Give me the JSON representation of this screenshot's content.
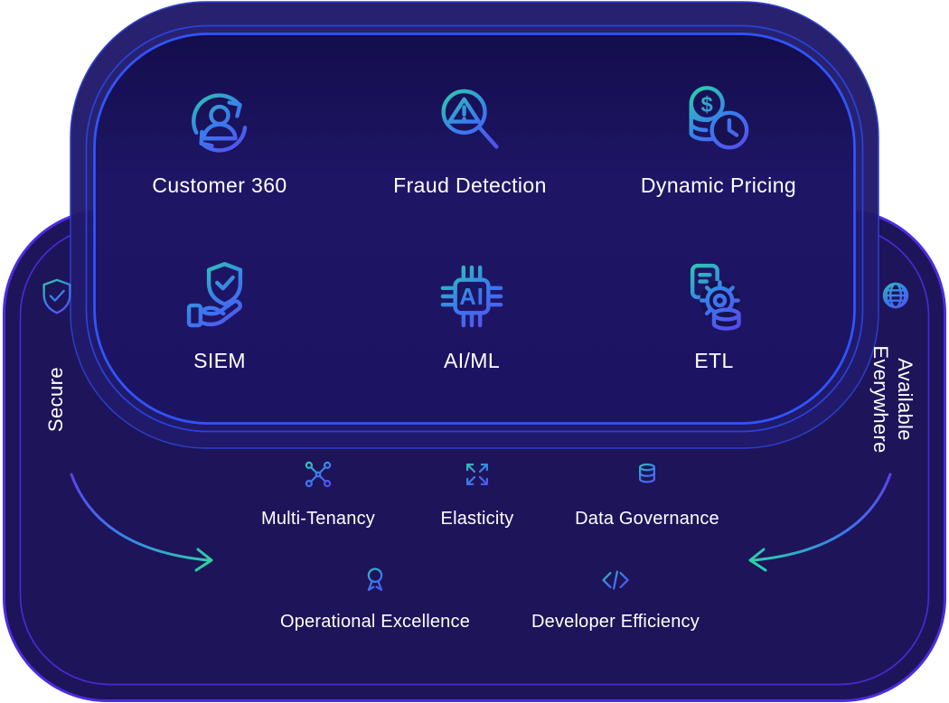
{
  "diagram_title": "platform-capabilities-diagram",
  "palette": {
    "page_background": "#FFFFFF",
    "inner_panel_fill": "#1B1263",
    "inner_panel_band_fill": "#221A6B",
    "outer_panel_fill": "#1E1459",
    "inner_panel_stroke": "#2F55FB",
    "outer_panel_stroke": "#4C2BE2",
    "icon_gradient_start": "#2BD3A6",
    "icon_gradient_mid": "#3A7BEE",
    "icon_gradient_end": "#5B43EE",
    "label_color": "#FFFFFF"
  },
  "inner_panel": {
    "items": [
      {
        "label": "Customer 360",
        "icon": "customer-360-icon"
      },
      {
        "label": "Fraud Detection",
        "icon": "fraud-detection-icon"
      },
      {
        "label": "Dynamic Pricing",
        "icon": "dynamic-pricing-icon",
        "symbol": "$"
      },
      {
        "label": "SIEM",
        "icon": "siem-icon"
      },
      {
        "label": "AI/ML",
        "icon": "ai-ml-icon",
        "chip_text": "AI"
      },
      {
        "label": "ETL",
        "icon": "etl-icon"
      }
    ]
  },
  "outer_panel": {
    "items": [
      {
        "label": "Multi-Tenancy",
        "icon": "multi-tenancy-icon"
      },
      {
        "label": "Elasticity",
        "icon": "elasticity-icon"
      },
      {
        "label": "Data Governance",
        "icon": "data-governance-icon"
      },
      {
        "label": "Operational Excellence",
        "icon": "operational-excellence-icon"
      },
      {
        "label": "Developer Efficiency",
        "icon": "developer-efficiency-icon"
      }
    ]
  },
  "left_wing": {
    "label": "Secure",
    "icon": "shield-check-icon"
  },
  "right_wing": {
    "label_line1": "Available",
    "label_line2": "Everywhere",
    "icon": "globe-icon"
  }
}
